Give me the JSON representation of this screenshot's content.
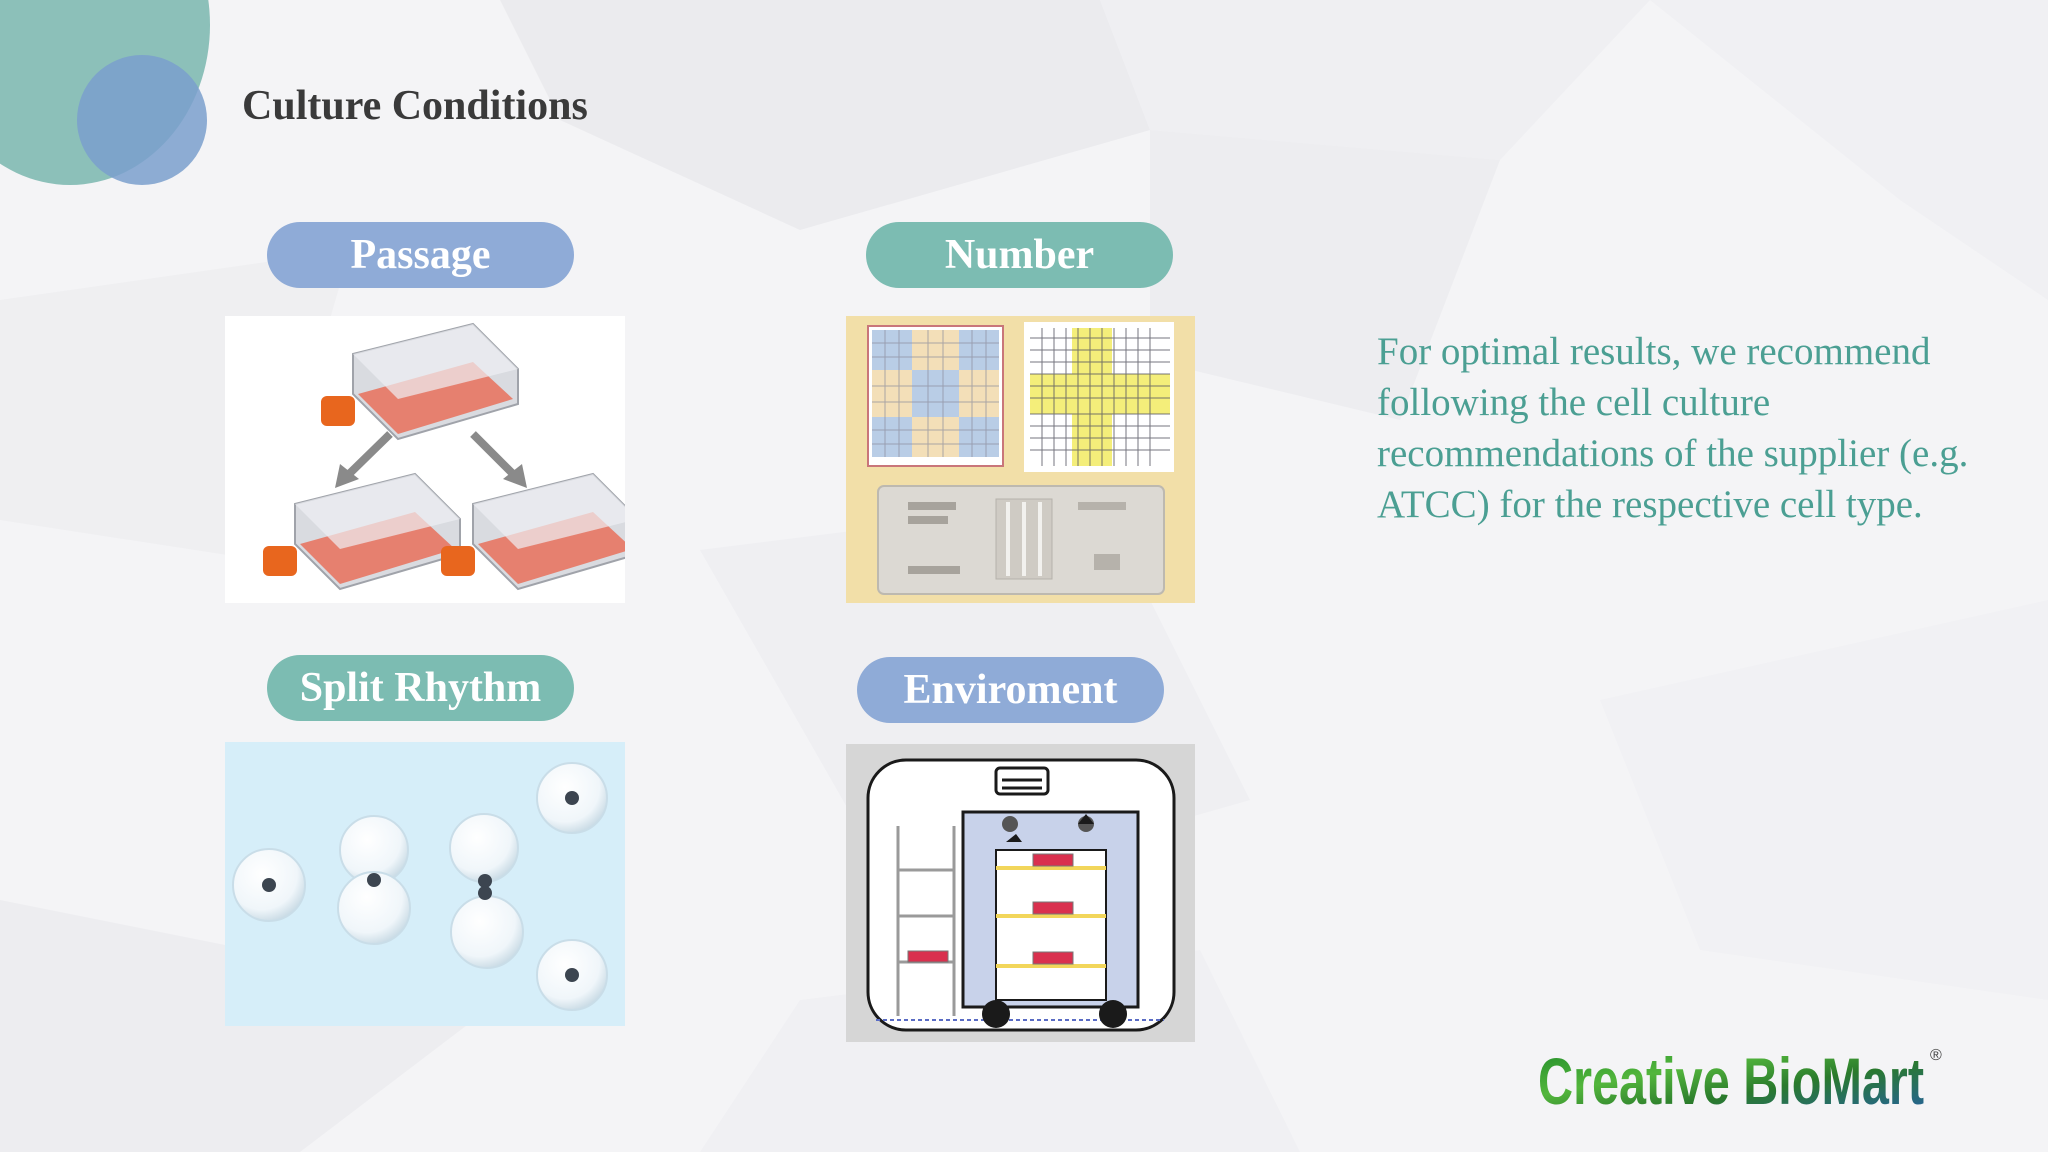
{
  "slide": {
    "title": "Culture Conditions",
    "panels": [
      {
        "label": "Passage"
      },
      {
        "label": "Number"
      },
      {
        "label": "Split Rhythm"
      },
      {
        "label": "Enviroment"
      }
    ],
    "note": "For optimal results, we recommend following the cell culture recommendations of the supplier (e.g. ATCC) for the respective cell type."
  },
  "logo": {
    "text": "Creative BioMart",
    "mark": "®"
  },
  "colors": {
    "teal": "#7cbcb2",
    "blue": "#8fabd7",
    "note_text": "#4b9f93",
    "title_text": "#3a3a3a"
  }
}
